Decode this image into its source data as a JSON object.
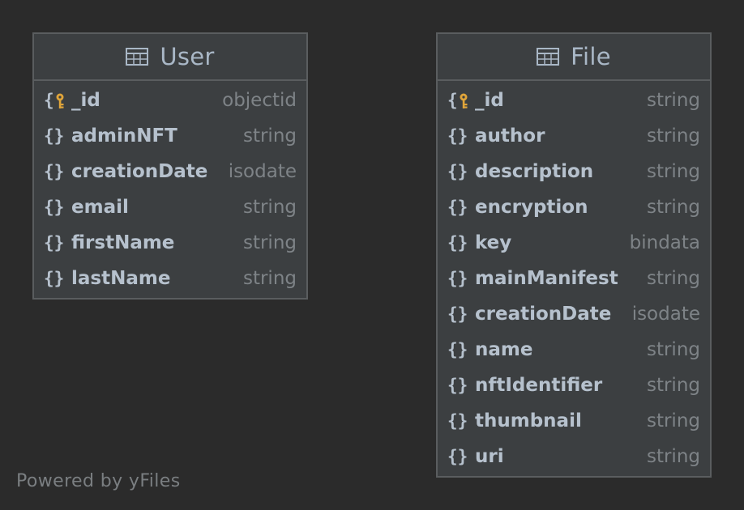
{
  "colors": {
    "background": "#2b2b2b",
    "entity_fill": "#3c3f41",
    "border": "#5a5d5f",
    "key_icon": "#e0a53a"
  },
  "entities": [
    {
      "title": "User",
      "icon": "table-icon",
      "fields": [
        {
          "name": "_id",
          "type": "objectid",
          "icon": "key-icon"
        },
        {
          "name": "adminNFT",
          "type": "string",
          "icon": "braces-icon"
        },
        {
          "name": "creationDate",
          "type": "isodate",
          "icon": "braces-icon"
        },
        {
          "name": "email",
          "type": "string",
          "icon": "braces-icon"
        },
        {
          "name": "firstName",
          "type": "string",
          "icon": "braces-icon"
        },
        {
          "name": "lastName",
          "type": "string",
          "icon": "braces-icon"
        }
      ]
    },
    {
      "title": "File",
      "icon": "table-icon",
      "fields": [
        {
          "name": "_id",
          "type": "string",
          "icon": "key-icon"
        },
        {
          "name": "author",
          "type": "string",
          "icon": "braces-icon"
        },
        {
          "name": "description",
          "type": "string",
          "icon": "braces-icon"
        },
        {
          "name": "encryption",
          "type": "string",
          "icon": "braces-icon"
        },
        {
          "name": "key",
          "type": "bindata",
          "icon": "braces-icon"
        },
        {
          "name": "mainManifest",
          "type": "string",
          "icon": "braces-icon"
        },
        {
          "name": "creationDate",
          "type": "isodate",
          "icon": "braces-icon"
        },
        {
          "name": "name",
          "type": "string",
          "icon": "braces-icon"
        },
        {
          "name": "nftIdentifier",
          "type": "string",
          "icon": "braces-icon"
        },
        {
          "name": "thumbnail",
          "type": "string",
          "icon": "braces-icon"
        },
        {
          "name": "uri",
          "type": "string",
          "icon": "braces-icon"
        }
      ]
    }
  ],
  "watermark": "Powered by yFiles"
}
